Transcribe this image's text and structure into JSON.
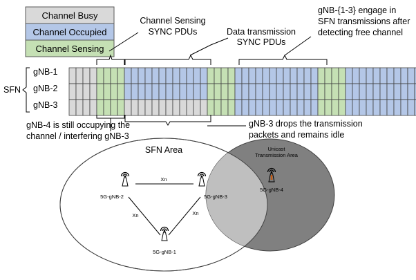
{
  "legend": {
    "busy": "Channel Busy",
    "occupied": "Channel Occupied",
    "sensing": "Channel Sensing"
  },
  "colors": {
    "busy": "#d9d9d9",
    "occupied": "#b4c7e7",
    "sensing": "#c5e0b4",
    "grid_line": "#404040",
    "unicast_area": "#808080",
    "overlap_area": "#bfbfbf"
  },
  "annotations": {
    "sensing_sync_1": "Channel Sensing",
    "sensing_sync_2": "SYNC PDUs",
    "data_sync_1": "Data transmission",
    "data_sync_2": "SYNC PDUs",
    "engage_1": "gNB-{1-3} engage in",
    "engage_2": "SFN transmissions after",
    "engage_3": "detecting free channel",
    "gnb4_1": "gNB-4 is still occupying the",
    "gnb4_2": "channel / interfering gNB-3",
    "gnb3_1": "gNB-3 drops the transmission",
    "gnb3_2": "packets and remains idle"
  },
  "rows": {
    "sfn_label": "SFN",
    "labels": [
      "gNB-1",
      "gNB-2",
      "gNB-3"
    ],
    "patterns": [
      [
        "busy",
        4,
        "sensing",
        4,
        "occupied",
        12,
        "sensing",
        4,
        "occupied",
        12,
        "sensing",
        4,
        "occupied",
        11
      ],
      [
        "busy",
        4,
        "sensing",
        4,
        "occupied",
        12,
        "sensing",
        4,
        "occupied",
        12,
        "sensing",
        4,
        "occupied",
        11
      ],
      [
        "busy",
        4,
        "sensing",
        4,
        "busy",
        12,
        "sensing",
        4,
        "occupied",
        12,
        "sensing",
        4,
        "occupied",
        11
      ]
    ]
  },
  "network": {
    "sfn_area_title": "SFN Area",
    "unicast_title_1": "Unicast",
    "unicast_title_2": "Transmission Area",
    "gnb1": "5G-gNB-1",
    "gnb2": "5G-gNB-2",
    "gnb3": "5G-gNB-3",
    "gnb4": "5G-gNB-4",
    "xn_top": "Xn",
    "xn_left": "Xn",
    "xn_right": "Xn"
  }
}
